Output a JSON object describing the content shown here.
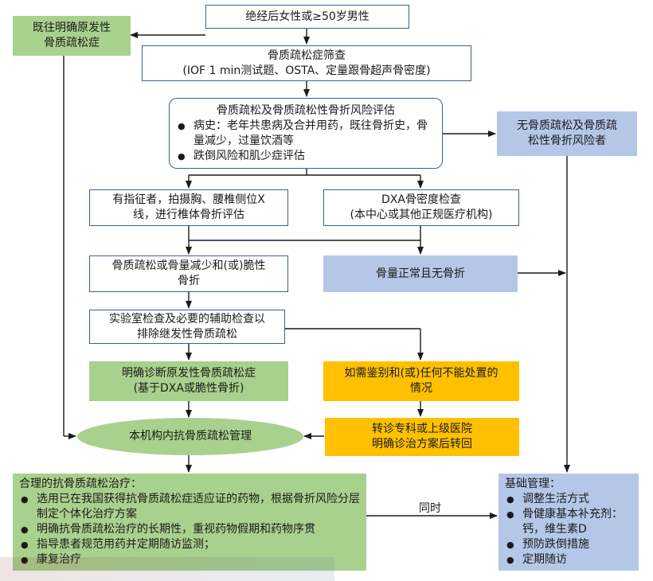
{
  "nodes": {
    "start": "绝经后女性或≥50岁男性",
    "diagnosed": [
      "既往明确原发性",
      "骨质疏松症"
    ],
    "screening": [
      "骨质疏松症筛查",
      "(IOF 1 min测试题、OSTA、定量跟骨超声骨密度)"
    ],
    "risk_title": "骨质疏松及骨质疏松性骨折风险评估",
    "risk_items": [
      "病史：老年共患病及合并用药，既往骨折史，骨量减少，过量饮酒等",
      "跌倒风险和肌少症评估"
    ],
    "no_risk": [
      "无骨质疏松及骨质疏",
      "松性骨折风险者"
    ],
    "xray": [
      "有指征者，拍摄胸、腰椎侧位X",
      "线，进行椎体骨折评估"
    ],
    "dxa": [
      "DXA骨密度检查",
      "(本中心或其他正规医疗机构)"
    ],
    "osteo_result": [
      "骨质疏松或骨量减少和(或)脆性",
      "骨折"
    ],
    "normal": "骨量正常且无骨折",
    "lab": [
      "实验室检查及必要的辅助检查以",
      "排除继发性骨质疏松"
    ],
    "confirm": [
      "明确诊断原发性骨质疏松症",
      "(基于DXA或脆性骨折)"
    ],
    "refer_need": [
      "如需鉴别和(或)任何不能处置的",
      "情况"
    ],
    "manage": "本机构内抗骨质疏松管理",
    "transfer": [
      "转诊专科或上级医院",
      "明确诊治方案后转回"
    ],
    "treatment_title": "合理的抗骨质疏松治疗：",
    "treatment_items": [
      "选用已在我国获得抗骨质疏松症适应证的药物，根据骨折风险分层制定个体化治疗方案",
      "明确抗骨质疏松治疗的长期性，重视药物假期和药物序贯",
      "指导患者规范用药并定期随访监测；",
      "康复治疗"
    ],
    "basic_title": "基础管理：",
    "basic_items": [
      "调整生活方式",
      "骨健康基本补充剂：钙，维生素D",
      "预防跌倒措施",
      "定期随访"
    ],
    "same_time": "同时"
  },
  "colors": {
    "outline": "#3d5f95",
    "green": "#a9d18e",
    "blue": "#b4c7e7",
    "orange": "#ffc000"
  }
}
